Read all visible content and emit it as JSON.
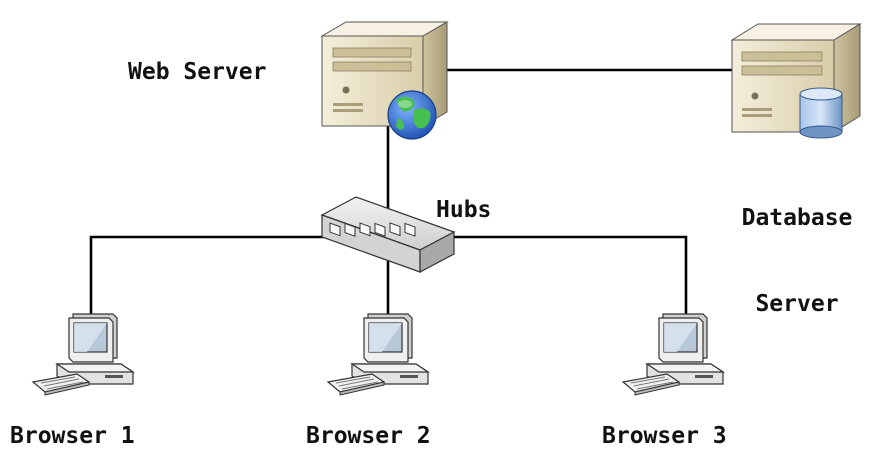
{
  "labels": {
    "web_server": "Web Server",
    "database_server_line1": "Database",
    "database_server_line2": "Server",
    "hubs": "Hubs",
    "browser_1": "Browser 1",
    "browser_2": "Browser 2",
    "browser_3": "Browser 3"
  },
  "colors": {
    "line": "#000000",
    "server_body": "#ece4c8",
    "server_shadow": "#b7ab86",
    "globe_ocean": "#2f6fd6",
    "globe_land": "#3fb04a",
    "db_cylinder": "#8fb3de",
    "hub_body": "#dcdcdc",
    "pc_body": "#e6e6e6",
    "pc_screen": "#b9c9d6"
  },
  "icons": {
    "web_server": "server-with-globe-icon",
    "database_server": "server-with-database-icon",
    "hubs": "network-hub-icon",
    "browsers": "desktop-computer-icon"
  }
}
